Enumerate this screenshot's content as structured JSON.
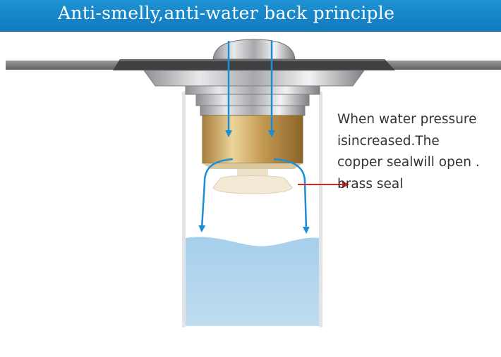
{
  "title": "Anti-smelly,anti-water back principle",
  "description_lines": [
    "When water pressure",
    " isincreased.The",
    "copper sealwill open .",
    "brass seal"
  ],
  "colors": {
    "banner": "#1a87c9",
    "flow_arrow": "#1a8fd6",
    "pointer_arrow": "#e02222",
    "water": "#b3d7ee",
    "brass": "#c8a25a"
  }
}
